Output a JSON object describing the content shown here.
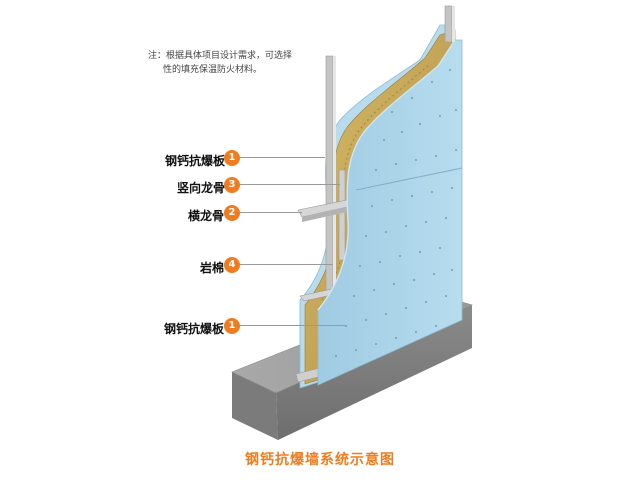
{
  "note": {
    "line1": "注：根据具体项目设计需求，可选择",
    "line2": "性的填充保温防火材料。"
  },
  "callouts": [
    {
      "label": "钢钙抗爆板",
      "number": "1"
    },
    {
      "label": "竖向龙骨",
      "number": "3"
    },
    {
      "label": "横龙骨",
      "number": "2"
    },
    {
      "label": "岩棉",
      "number": "4"
    },
    {
      "label": "钢钙抗爆板",
      "number": "1"
    }
  ],
  "title": "钢钙抗爆墙系统示意图",
  "colors": {
    "board": "#a9d3e8",
    "board_edge": "#8cbcd4",
    "rock_wool": "#c9a95a",
    "stud": "#c8c8c8",
    "base": "#8d8d8d",
    "accent": "#f07c1f"
  }
}
